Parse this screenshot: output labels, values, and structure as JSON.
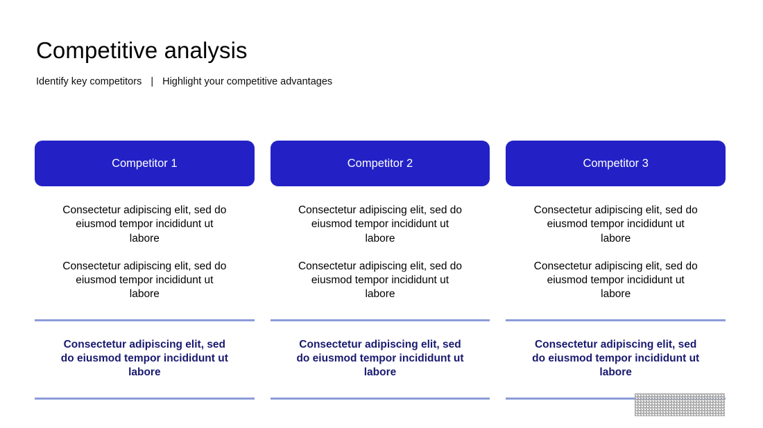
{
  "slide": {
    "title": "Competitive analysis",
    "subtitle": {
      "left": "Identify key competitors",
      "separator": "|",
      "right": "Highlight your competitive advantages"
    },
    "background_color": "#ffffff"
  },
  "theme": {
    "accent_blue": "#2321c6",
    "header_text_color": "#ffffff",
    "rule_color": "#8c9cd8",
    "highlight_text_color": "#191970",
    "body_text_color": "#000000",
    "dot_grid_color": "#9a9a9a"
  },
  "columns": [
    {
      "header": "Competitor 1",
      "paragraphs": [
        "Consectetur adipiscing elit, sed do eiusmod tempor incididunt ut labore",
        "Consectetur adipiscing elit, sed do eiusmod tempor incididunt ut labore"
      ],
      "highlight": "Consectetur adipiscing elit, sed do eiusmod tempor incididunt ut labore"
    },
    {
      "header": "Competitor 2",
      "paragraphs": [
        "Consectetur adipiscing elit, sed do eiusmod tempor incididunt ut labore",
        "Consectetur adipiscing elit, sed do eiusmod tempor incididunt ut labore"
      ],
      "highlight": "Consectetur adipiscing elit, sed do eiusmod tempor incididunt ut labore"
    },
    {
      "header": "Competitor 3",
      "paragraphs": [
        "Consectetur adipiscing elit, sed do eiusmod tempor incididunt ut labore",
        "Consectetur adipiscing elit, sed do eiusmod tempor incididunt ut labore"
      ],
      "highlight": "Consectetur adipiscing elit, sed do eiusmod tempor incididunt ut labore"
    }
  ],
  "decoration": {
    "dot_grid_name": "dot-grid-ornament"
  }
}
